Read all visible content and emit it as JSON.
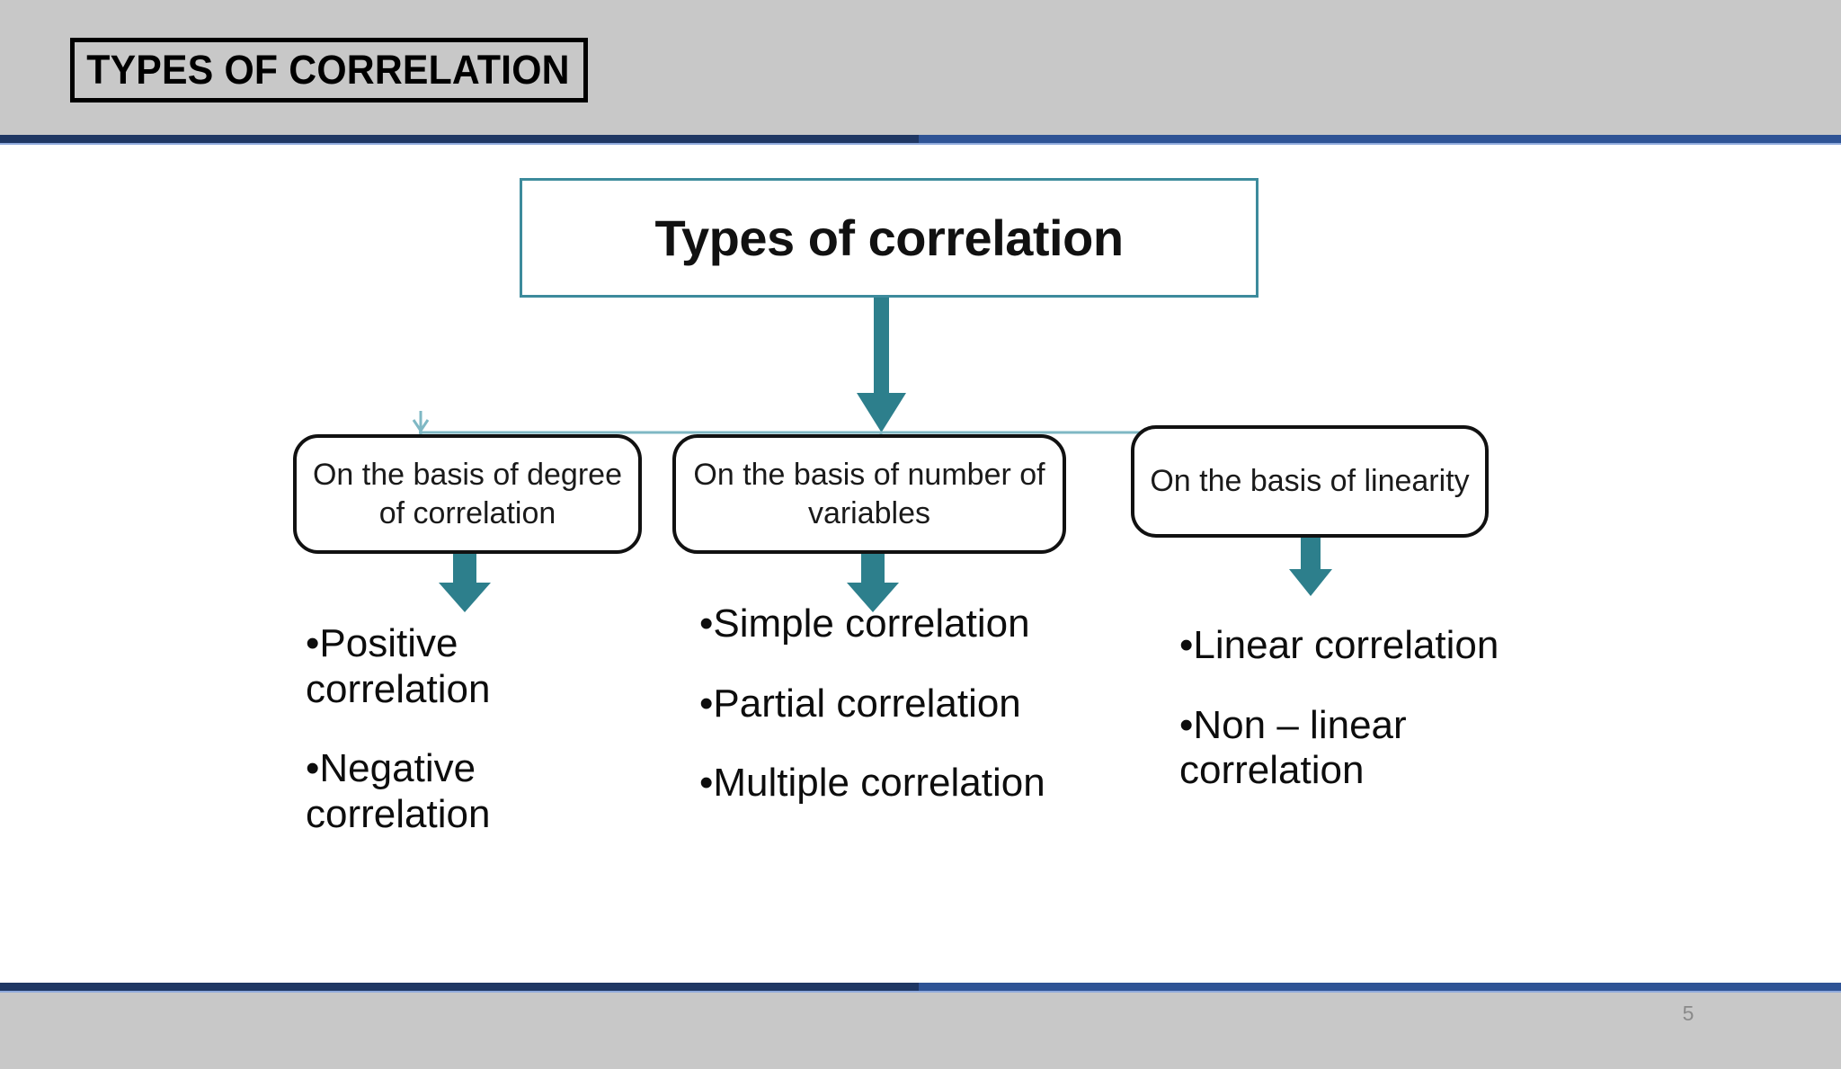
{
  "slide": {
    "title": "TYPES OF CORRELATION",
    "page_number": "5",
    "colors": {
      "header_band": "#c8c8c8",
      "divider_dark": "#1f3763",
      "divider_mid": "#2e5395",
      "divider_hairline": "#8faadc",
      "root_box_border": "#3d8b9c",
      "connector_teal": "#2d7f8c",
      "connector_light_teal": "#7fb8c4",
      "node_border": "#111111",
      "text": "#0d0d0d"
    }
  },
  "diagram": {
    "root": {
      "label": "Types of correlation"
    },
    "branches": [
      {
        "id": "degree",
        "label": "On the basis of degree of correlation",
        "items": [
          "Positive correlation",
          "Negative correlation"
        ]
      },
      {
        "id": "number",
        "label": "On the basis of number of variables",
        "items": [
          "Simple correlation",
          "Partial correlation",
          "Multiple correlation"
        ]
      },
      {
        "id": "linearity",
        "label": "On the basis of linearity",
        "items": [
          "Linear correlation",
          "Non – linear correlation"
        ]
      }
    ],
    "bullet_glyph": "•"
  }
}
